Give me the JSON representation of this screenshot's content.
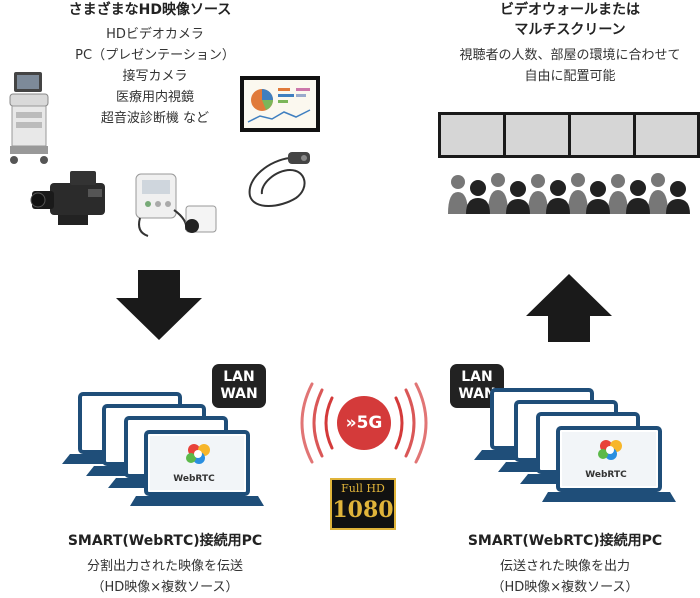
{
  "left_source": {
    "title": "さまざまなHD映像ソース",
    "items": [
      "HDビデオカメラ",
      "PC（プレゼンテーション）",
      "接写カメラ",
      "医療用内視鏡",
      "超音波診断機 など"
    ]
  },
  "right_output": {
    "title_lines": [
      "ビデオウォールまたは",
      "マルチスクリーン"
    ],
    "desc_lines": [
      "視聴者の人数、部屋の環境に合わせて",
      "自由に配置可能"
    ]
  },
  "network": {
    "left_badge": [
      "LAN",
      "WAN"
    ],
    "right_badge": [
      "LAN",
      "WAN"
    ],
    "signal_label": "»5G",
    "resolution_badge": [
      "Full HD",
      "1080"
    ]
  },
  "left_pc": {
    "title": "SMART(WebRTC)接続用PC",
    "desc_lines": [
      "分割出力された映像を伝送",
      "（HD映像×複数ソース）"
    ],
    "screen_logo": "WebRTC"
  },
  "right_pc": {
    "title": "SMART(WebRTC)接続用PC",
    "desc_lines": [
      "伝送された映像を出力",
      "（HD映像×複数ソース）"
    ],
    "screen_logo": "WebRTC"
  },
  "colors": {
    "laptop": "#1f4e79",
    "arrow": "#1a1a1a",
    "signal_red": "#d43a3a",
    "badge_gold": "#e0b43a"
  },
  "icons": [
    "ultrasound-machine-icon",
    "video-camera-icon",
    "close-up-camera-icon",
    "endoscope-icon",
    "presentation-monitor-icon",
    "video-wall-icon",
    "audience-icon",
    "laptop-icon",
    "signal-5g-icon",
    "full-hd-badge-icon"
  ]
}
